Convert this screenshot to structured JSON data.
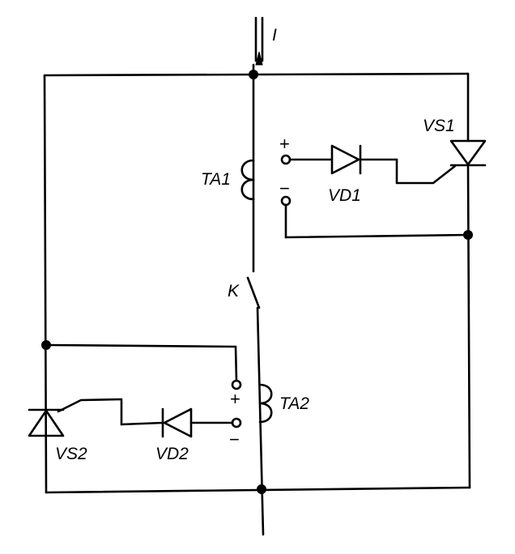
{
  "labels": {
    "current": "I",
    "vs1": "VS1",
    "ta1": "TA1",
    "vd1": "VD1",
    "switch": "K",
    "ta2": "TA2",
    "vs2": "VS2",
    "vd2": "VD2",
    "ta1_plus": "+",
    "ta1_minus": "−",
    "ta2_plus": "+",
    "ta2_minus": "−"
  }
}
